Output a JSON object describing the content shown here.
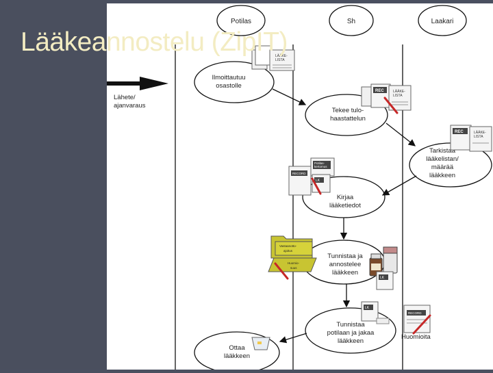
{
  "slide": {
    "title": "Lääkeannostelu (ZipIT)"
  },
  "lanes": {
    "patient": "Potilas",
    "nurse": "Sh",
    "doctor": "Laakari"
  },
  "flow": {
    "arrival": [
      "Ilmoittautuu",
      "osastolle"
    ],
    "referral": [
      "Lähete/",
      "ajanvaraus"
    ],
    "interview": [
      "Tekee tulo-",
      "haastattelun"
    ],
    "check": [
      "Tarkistaa",
      "lääkelistan/",
      "määrää",
      "lääkkeen"
    ],
    "record": [
      "Kirjaa",
      "lääketiedot"
    ],
    "identify_dose": [
      "Tunnistaa ja",
      "annostelee",
      "lääkkeen"
    ],
    "identify_patient": [
      "Tunnistaa",
      "potilaan ja jakaa",
      "lääkkeen"
    ],
    "take": [
      "Ottaa",
      "lääkkeen"
    ],
    "note": "Huomioita"
  },
  "docs": {
    "med_list": [
      "LÄÄKE-",
      "LISTA"
    ],
    "rec": "REC",
    "patient_doc": [
      "Potilas-",
      "kertomus"
    ],
    "lk": "LK",
    "record_tag": "RECORD",
    "label_yellow_1": [
      "Vastaanotto-",
      "ajoitus"
    ],
    "label_yellow_2": [
      "Huomio-",
      "suus"
    ]
  },
  "colors": {
    "sidebar": "#4a4f5e",
    "title": "#f3ecc2",
    "pen": "#c62828",
    "folder": "#c8c432"
  }
}
